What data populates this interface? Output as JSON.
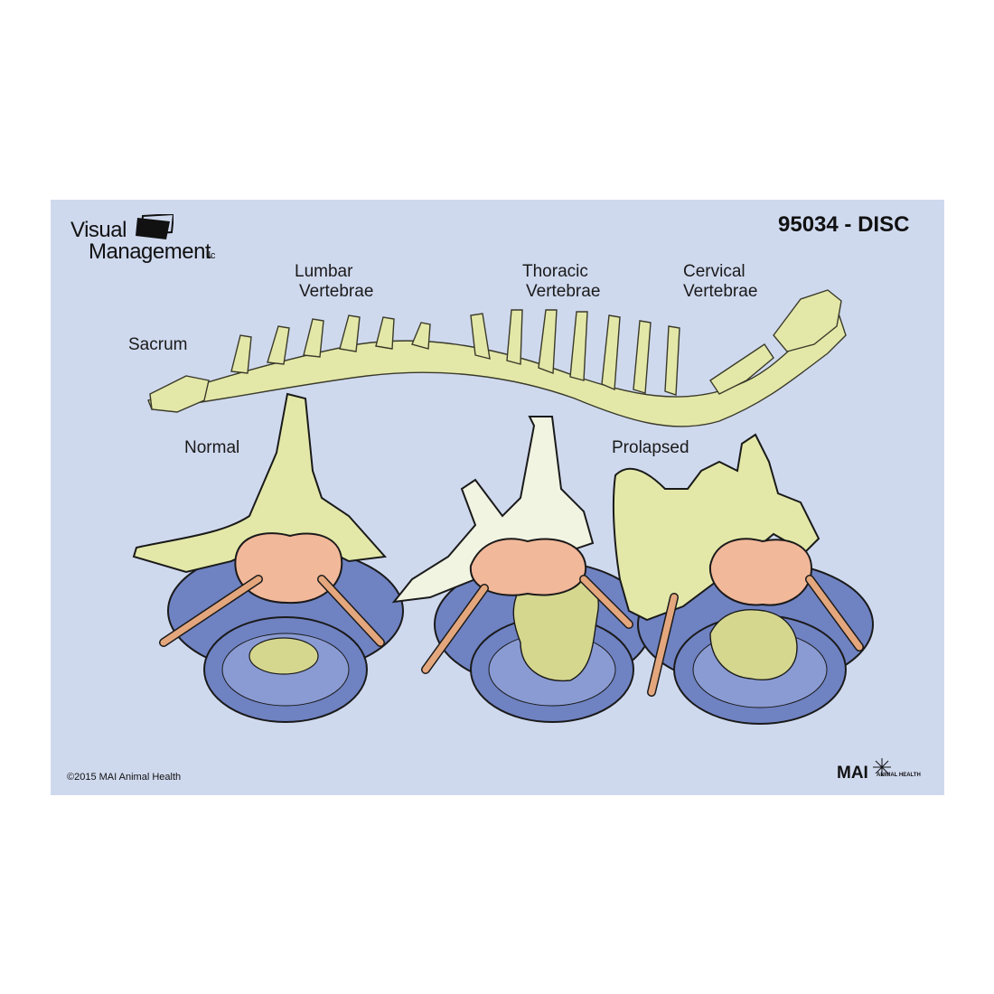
{
  "header": {
    "title": "95034 - DISC",
    "brand_line1": "Visual",
    "brand_line2": "Management",
    "brand_suffix": "llc"
  },
  "spine_labels": {
    "sacrum": "Sacrum",
    "lumbar_1": "Lumbar",
    "lumbar_2": "Vertebrae",
    "thoracic_1": "Thoracic",
    "thoracic_2": "Vertebrae",
    "cervical_1": "Cervical",
    "cervical_2": "Vertebrae"
  },
  "disc_labels": {
    "normal": "Normal",
    "prolapsed": "Prolapsed"
  },
  "footer": {
    "copyright": "©2015 MAI Animal Health",
    "mai_big": "MAI",
    "mai_small": "ANIMAL HEALTH"
  },
  "colors": {
    "background": "#cfd9ee",
    "bone": "#e3e8a8",
    "bone_dark": "#b9c27a",
    "disc_blue": "#6f82c2",
    "disc_inner": "#8a9bd3",
    "cord": "#f2b89a",
    "nerve": "#e4a77d",
    "nucleus": "#d5d78f"
  }
}
